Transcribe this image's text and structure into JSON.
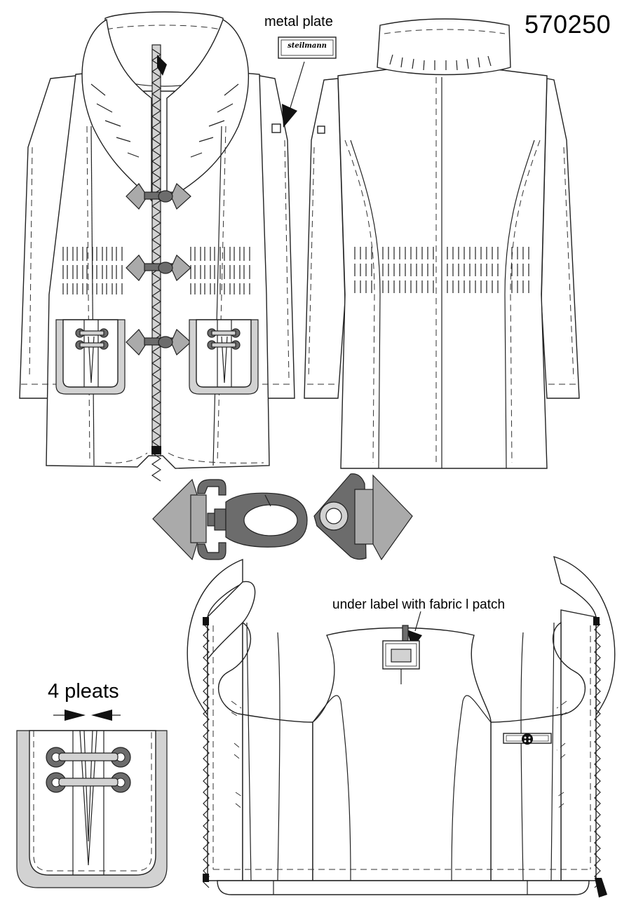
{
  "header": {
    "article_number": "570250"
  },
  "callouts": {
    "metal_plate": "metal plate",
    "metal_plate_brand": "steilmann",
    "under_label": "under label with fabric l patch",
    "pocket_pleats": "4 pleats"
  },
  "colors": {
    "outline": "#222222",
    "hardware_grey": "#aaaaaa",
    "hardware_dark": "#6c6c6c",
    "trim_light": "#d2d2d2"
  }
}
